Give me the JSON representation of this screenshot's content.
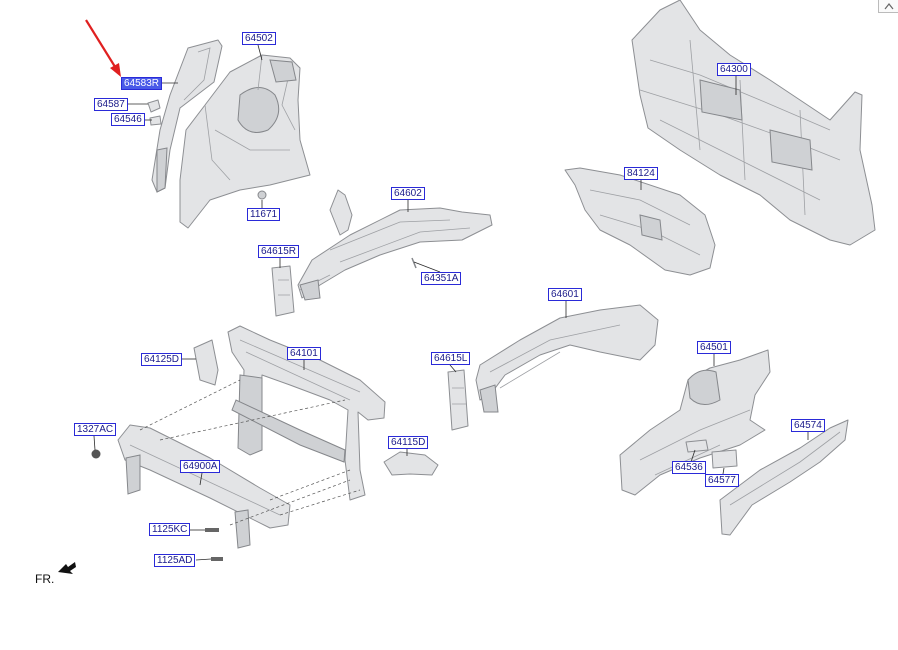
{
  "callouts": {
    "c64502": "64502",
    "c64583R": "64583R",
    "c64587": "64587",
    "c64546": "64546",
    "c11671": "11671",
    "c64602": "64602",
    "c64615R": "64615R",
    "c64351A": "64351A",
    "c64300": "64300",
    "c84124": "84124",
    "c64601": "64601",
    "c64125D": "64125D",
    "c64101": "64101",
    "c64615L": "64615L",
    "c1327AC": "1327AC",
    "c64115D": "64115D",
    "c64900A": "64900A",
    "c64501": "64501",
    "c64574": "64574",
    "c64536": "64536",
    "c64577": "64577",
    "c1125KC": "1125KC",
    "c1125AD": "1125AD"
  },
  "selected_callout": "64583R",
  "front_indicator": "FR.",
  "colors": {
    "callout_border": "#2a2ad8",
    "callout_text": "#1a1a8a",
    "selected_fill": "#4a5ae8",
    "pointer_arrow": "#e02020",
    "part_fill": "#e3e4e6"
  }
}
